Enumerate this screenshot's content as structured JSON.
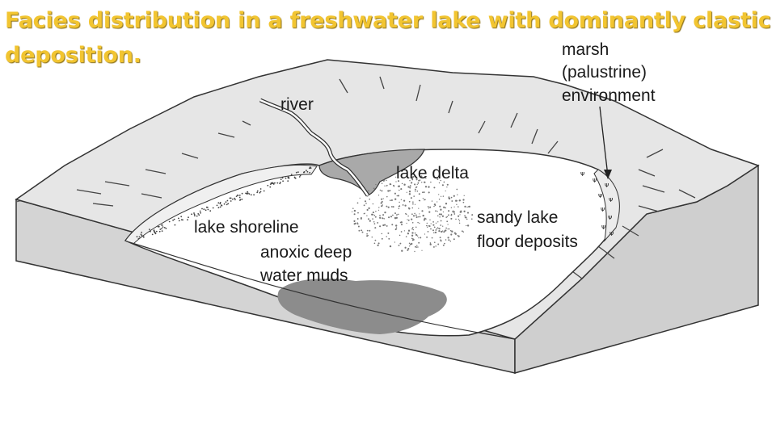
{
  "title": {
    "line1": "Facies distribution in a freshwater lake with dominantly clastic",
    "line2": "deposition."
  },
  "labels": {
    "river": "river",
    "lake_delta": "lake delta",
    "marsh_1": "marsh",
    "marsh_2": "(palustrine)",
    "marsh_3": "environment",
    "lake_shoreline": "lake shoreline",
    "sandy_1": "sandy lake",
    "sandy_2": "floor deposits",
    "anoxic_1": "anoxic deep",
    "anoxic_2": "water muds"
  },
  "colors": {
    "title": "#f2c531",
    "land": "#e6e6e6",
    "block_side": "#d4d4d4",
    "delta": "#a9a9a9",
    "deep_mud": "#8c8c8c",
    "lake_floor": "#ffffff",
    "outline": "#333333"
  }
}
